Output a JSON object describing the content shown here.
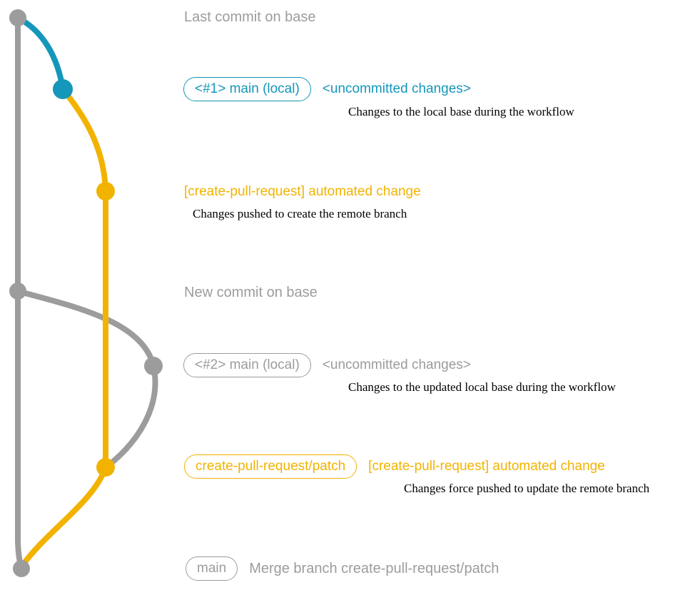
{
  "colors": {
    "gray": "#9c9c9c",
    "teal": "#1497ba",
    "yellow": "#f2b300",
    "note_text": "#000000",
    "background": "#ffffff"
  },
  "graph": {
    "nodes": [
      {
        "id": "last-commit-on-base",
        "color": "gray"
      },
      {
        "id": "main-local-1",
        "color": "teal"
      },
      {
        "id": "automated-change-1",
        "color": "yellow"
      },
      {
        "id": "new-commit-on-base",
        "color": "gray"
      },
      {
        "id": "main-local-2",
        "color": "gray"
      },
      {
        "id": "automated-change-2",
        "color": "yellow"
      },
      {
        "id": "merge-commit",
        "color": "gray"
      }
    ]
  },
  "rows": {
    "last_commit": {
      "label": "Last commit on base"
    },
    "branch1": {
      "badge": "<#1> main (local)",
      "status": "<uncommitted changes>",
      "note": "Changes to the local base during the workflow"
    },
    "commit1": {
      "label": "[create-pull-request] automated change",
      "note": "Changes pushed to create the remote branch"
    },
    "new_commit": {
      "label": "New commit on base"
    },
    "branch2": {
      "badge": "<#2> main (local)",
      "status": "<uncommitted changes>",
      "note": "Changes to the updated local base during the workflow"
    },
    "patch": {
      "badge": "create-pull-request/patch",
      "label": "[create-pull-request] automated change",
      "note": "Changes force pushed to update the remote branch"
    },
    "merge": {
      "badge": "main",
      "label": "Merge branch create-pull-request/patch"
    }
  }
}
